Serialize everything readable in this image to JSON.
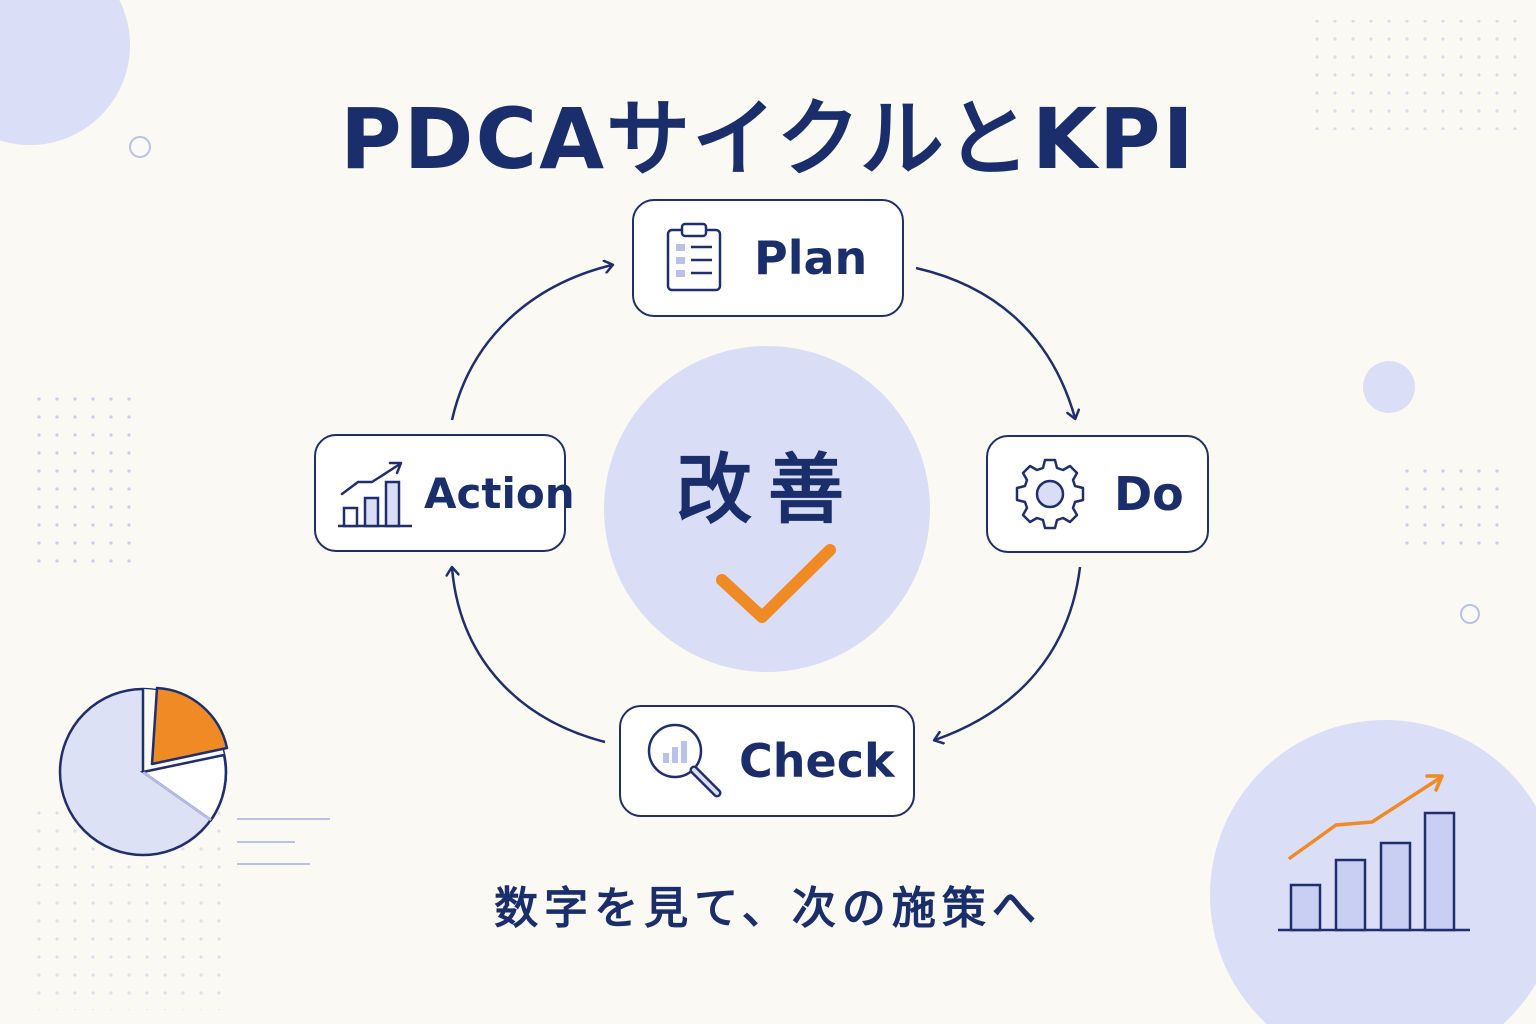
{
  "title": "PDCAサイクルとKPI",
  "center": {
    "label": "改善"
  },
  "stages": {
    "plan": {
      "label": "Plan"
    },
    "do": {
      "label": "Do"
    },
    "check": {
      "label": "Check"
    },
    "action": {
      "label": "Action"
    }
  },
  "subtitle": "数字を見て、次の施策へ",
  "icons": {
    "plan": "clipboard-checklist-icon",
    "do": "gear-icon",
    "check": "magnifier-chart-icon",
    "action": "growth-bar-chart-icon",
    "center": "checkmark-icon",
    "decor_left": "pie-chart-icon",
    "decor_right": "trend-bar-chart-icon"
  },
  "colors": {
    "navy": "#1a2e6b",
    "lavender": "#d9ddf6",
    "orange": "#f08a24",
    "background": "#fbf9f3"
  }
}
